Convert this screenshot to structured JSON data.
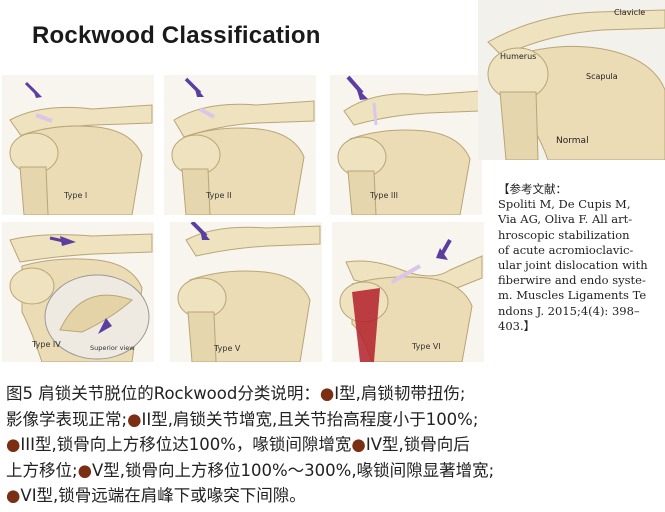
{
  "title": "Rockwood Classification",
  "panels": [
    {
      "label": "Type I"
    },
    {
      "label": "Type II"
    },
    {
      "label": "Type III"
    },
    {
      "label": "Type IV"
    },
    {
      "label": "Type V"
    },
    {
      "label": "Type VI"
    }
  ],
  "inset_label": "Superior view",
  "normal": {
    "clavicle": "Clavicle",
    "humerus": "Humerus",
    "scapula": "Scapula",
    "caption": "Normal"
  },
  "references": {
    "heading": "【参考文献：",
    "lines": [
      "Spoliti M, De Cupis M,",
      " Via AG, Oliva F. All art-",
      "hroscopic stabilization",
      " of acute acromioclavic-",
      "ular joint dislocation with",
      " fiberwire and endo syste-",
      "m. Muscles Ligaments Te",
      "ndons J. 2015;4(4): 398–",
      "403.】"
    ]
  },
  "caption": {
    "line1_a": "图5  肩锁关节脱位的Rockwood分类说明：",
    "line1_b": "I型,肩锁韧带扭伤;",
    "line2_a": "影像学表现正常;",
    "line2_b": "II型,肩锁关节增宽,且关节抬高程度小于100%;",
    "line3_a": "III型,锁骨向上方移位达100%，喙锁间隙增宽",
    "line3_b": "IV型,锁骨向后",
    "line4_a": "上方移位;",
    "line4_b": "V型,锁骨向上方移位100%～300%,喙锁间隙显著增宽;",
    "line5_a": "VI型,锁骨远端在肩峰下或喙突下间隙。",
    "bullet": "●"
  },
  "colors": {
    "bone": "#efe2bf",
    "bone_shadow": "#cdb88a",
    "arrow": "#5b3fa0",
    "ligament": "#d9c6e8",
    "muscle": "#b3202a",
    "bullet": "#7a2e12"
  }
}
